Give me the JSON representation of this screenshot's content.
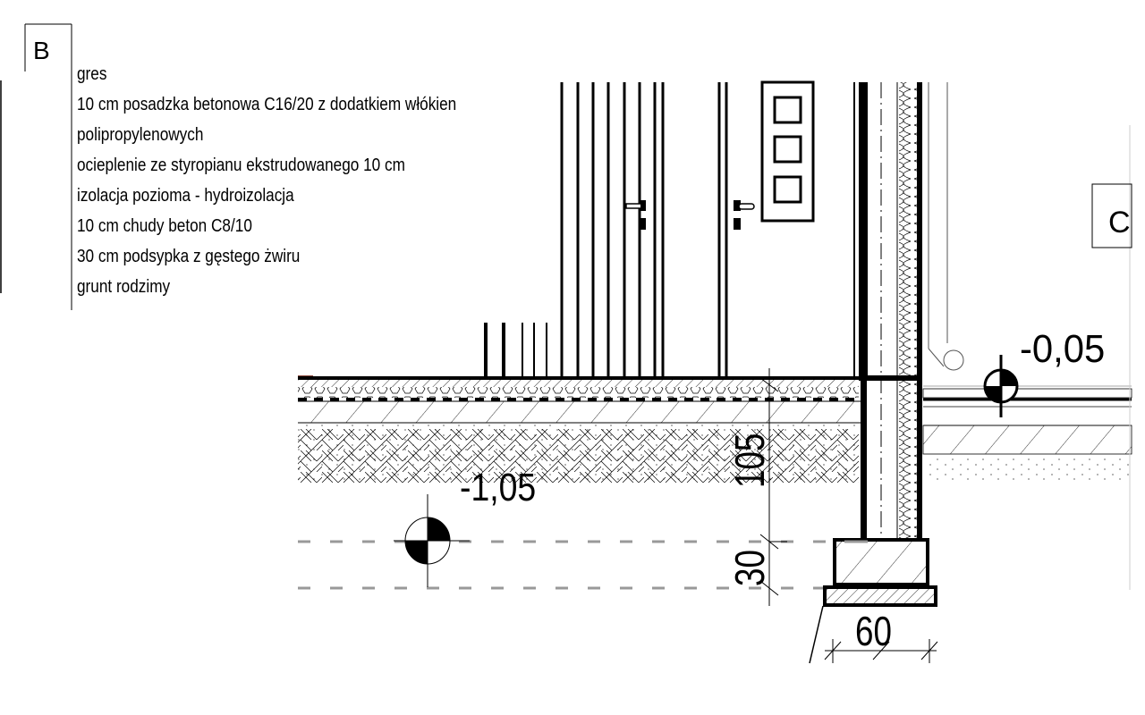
{
  "section_markers": {
    "left": "B",
    "right": "C"
  },
  "layers_legend": [
    "gres",
    "10 cm posadzka betonowa C16/20 z dodatkiem włókien",
    "polipropylenowych",
    "ocieplenie ze styropianu ekstrudowanego 10 cm",
    "izolacja pozioma - hydroizolacja",
    "10 cm chudy beton C8/10",
    "30 cm podsypka z gęstego żwiru",
    "grunt rodzimy"
  ],
  "elevations": {
    "floor_outside": "-0,05",
    "foundation_bottom": "-1,05"
  },
  "dimensions": {
    "depth_to_footing": "105",
    "footing_height": "30",
    "footing_width": "60"
  },
  "colors": {
    "line": "#000000",
    "dashed_line": "#999999",
    "floor_finish": "#8b4a3c"
  }
}
